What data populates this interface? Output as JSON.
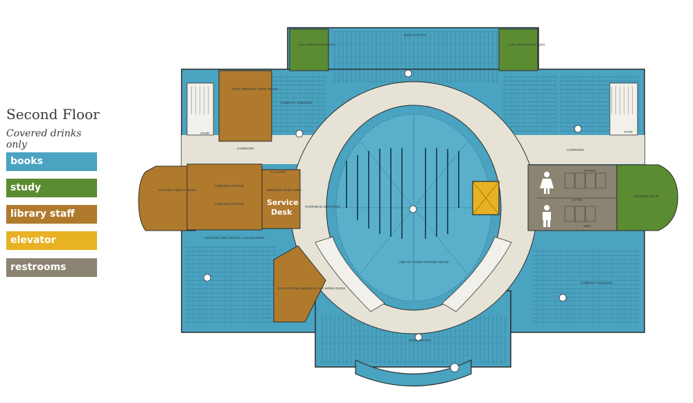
{
  "legend": {
    "title": "Second Floor",
    "subtitle": "Covered drinks only",
    "items": [
      {
        "label": "books",
        "color": "#4aa3c0"
      },
      {
        "label": "study",
        "color": "#5c8c31"
      },
      {
        "label": "library staff",
        "color": "#b07a2d"
      },
      {
        "label": "elevator",
        "color": "#e8b224"
      },
      {
        "label": "restrooms",
        "color": "#8c8472"
      }
    ]
  },
  "plan": {
    "service_desk_line1": "Service",
    "service_desk_line2": "Desk",
    "rooms": {
      "book_stacks_top": "BOOK STACKS",
      "book_stacks_bottom": "BOOK STACKS",
      "collab_left": "COLLABORATIVE STUDY",
      "collab_right": "COLLABORATIVE STUDY",
      "tech_services": "TECH SERVICES WORK ROOM",
      "compact_shelving": "COMPACT SHELVING",
      "corridor_left": "CORRIDOR",
      "corridor_right": "CORRIDOR",
      "stair_left": "STAIR",
      "stair_right": "STAIR",
      "kitchen": "KITCHEN / BREAK ROOM",
      "librarian_office_1": "LIBRARIAN OFFICE",
      "librarian_office_2": "LIBRARIAN OFFICE",
      "closet": "IT CLOSET",
      "periodic_work": "PERIODIC WORK AREA",
      "overhead_shutters": "OVERHEAD SHUTTERS",
      "archives": "ARCHIVES AND SPECIAL COLLECTIONS",
      "collections_librarian": "COLLECTIONS LIBRARIAN AND WORK ROOM",
      "line_of_floor": "LINE OF FLOOR OPENING ABOVE",
      "reading_room": "READING ROOM",
      "women": "WOMEN",
      "men": "MEN",
      "chase": "CHASE",
      "mezzanine_right": "COMPACT SHELVING"
    }
  }
}
